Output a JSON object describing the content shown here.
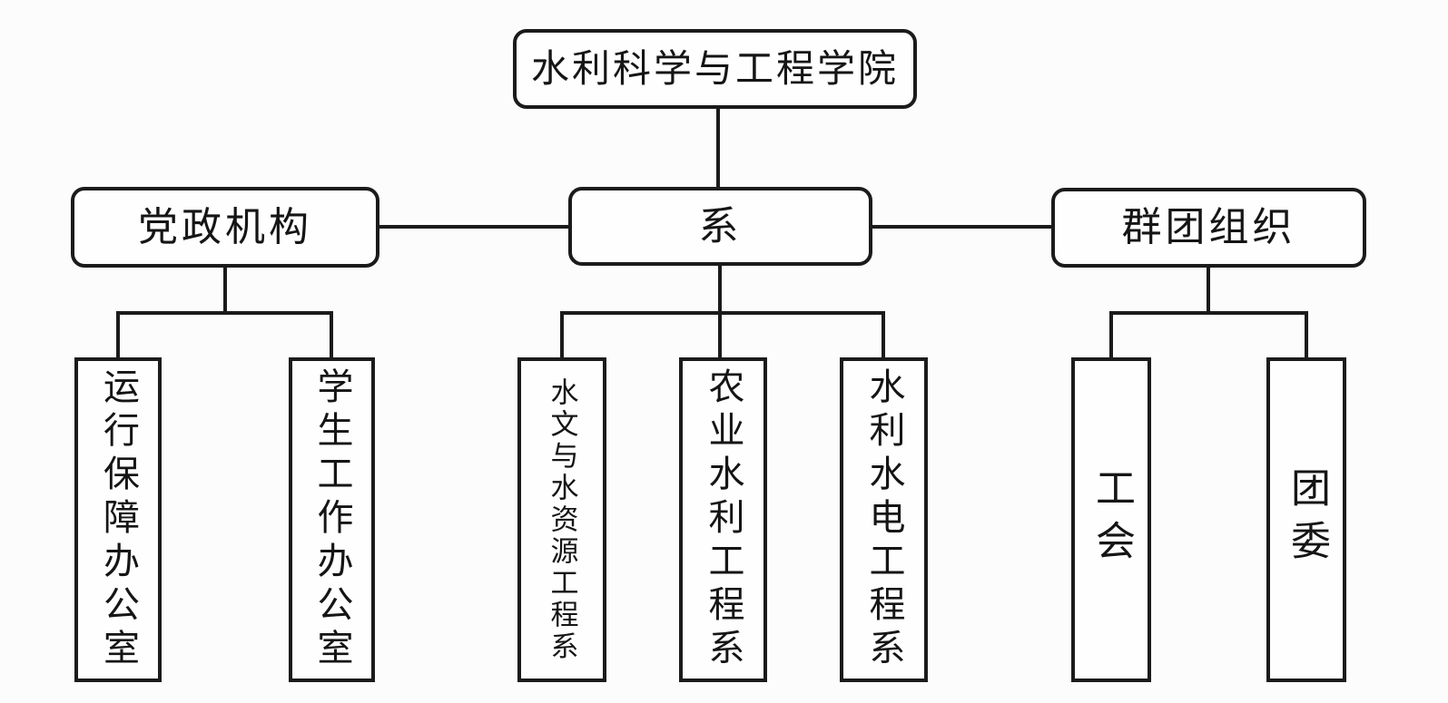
{
  "page": {
    "background_color": "#fcfcfc",
    "line_color": "#1b1b1b",
    "node_border_color": "#1b1b1b"
  },
  "org": {
    "root": {
      "label": "水利科学与工程学院"
    },
    "branches": [
      {
        "label": "党政机构",
        "children": [
          {
            "label": "运行保障办公室"
          },
          {
            "label": "学生工作办公室"
          }
        ]
      },
      {
        "label": "系",
        "children": [
          {
            "label": "水文与水资源工程系"
          },
          {
            "label": "农业水利工程系"
          },
          {
            "label": "水利水电工程系"
          }
        ]
      },
      {
        "label": "群团组织",
        "children": [
          {
            "label": "工会"
          },
          {
            "label": "团委"
          }
        ]
      }
    ]
  }
}
